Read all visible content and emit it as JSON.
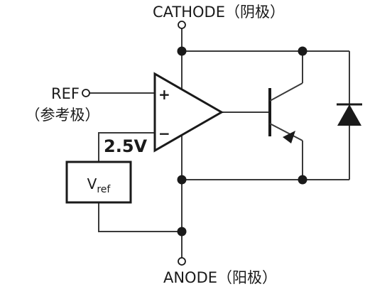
{
  "labels": {
    "cathode": "CATHODE（阴极）",
    "ref": "REF",
    "ref_cn": "（参考极）",
    "voltage": "2.5V",
    "vref_main": "V",
    "vref_sub": "ref",
    "anode": "ANODE（阳极）",
    "plus": "+",
    "minus": "−"
  },
  "colors": {
    "voltage": "#e0201c",
    "wire": "#3a3a3a"
  }
}
